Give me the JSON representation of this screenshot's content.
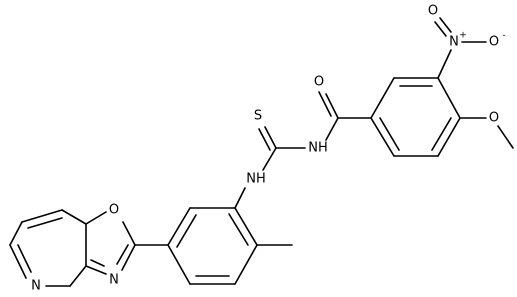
{
  "atoms": {
    "nitro_o_top": "O",
    "nitro_n": "N",
    "nitro_o_right": "O",
    "nitro_plus": "+",
    "nitro_minus": "-",
    "carbonyl_o": "O",
    "ether_o": "O",
    "thio_s": "S",
    "nh_right": "NH",
    "nh_left": "NH",
    "oxazole_o": "O",
    "oxazole_n": "N",
    "pyridine_n": "N"
  }
}
